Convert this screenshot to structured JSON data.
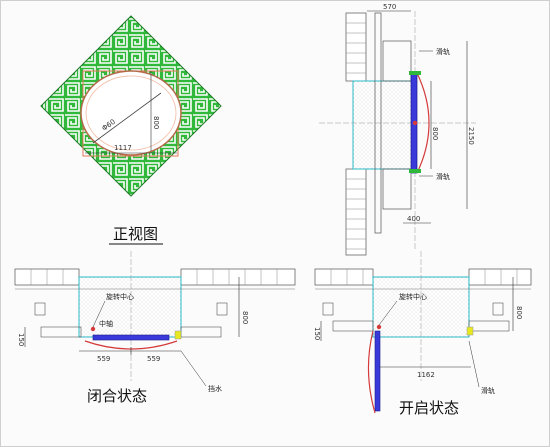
{
  "views": {
    "front": {
      "title": "正视图",
      "dim_width": "1117",
      "dim_height": "800",
      "dim_diag": "Φ60"
    },
    "side": {
      "dim_top": "570",
      "dim_mid": "800",
      "dim_total": "2150",
      "dim_bottom": "400",
      "label_1": "滑轨",
      "label_2": "滑轨"
    },
    "closed": {
      "title": "闭合状态",
      "dim_left": "559",
      "dim_right": "559",
      "dim_h": "800",
      "dim_side": "150",
      "label_center": "旋转中心",
      "label_mid": "中轴",
      "label_arrow": "挡水"
    },
    "open": {
      "title": "开启状态",
      "dim_bottom": "1162",
      "dim_h": "800",
      "dim_side": "150",
      "label_center": "旋转中心",
      "label_arrow": "滑轨"
    }
  }
}
